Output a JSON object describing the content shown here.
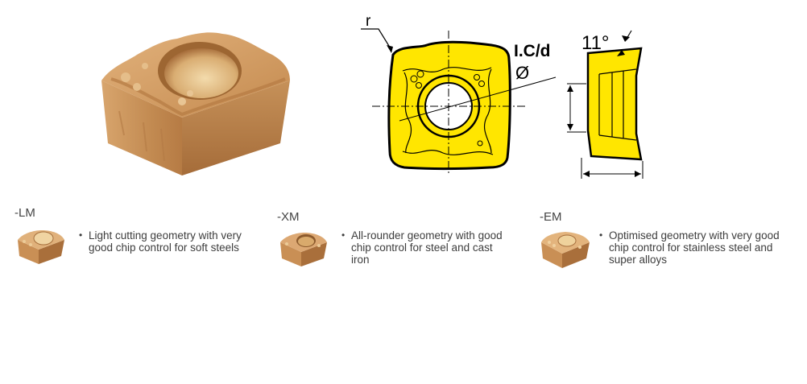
{
  "diagram": {
    "radius_label": "r",
    "ic_label": "I.C/d",
    "diameter_symbol": "Ø",
    "angle_label": "11°"
  },
  "variants": [
    {
      "code": "-LM",
      "description_lines": [
        "Light cutting geometry with very",
        "good chip control for soft steels"
      ]
    },
    {
      "code": "-XM",
      "description_lines": [
        "All-rounder geometry with good",
        "chip control for steel and cast",
        "iron"
      ]
    },
    {
      "code": "-EM",
      "description_lines": [
        "Optimised geometry with very good",
        "chip control for stainless steel and",
        "super alloys"
      ]
    }
  ],
  "bullet_char": "•",
  "colors": {
    "insert_gold": "#c9955a",
    "diagram_yellow": "#ffe600"
  }
}
